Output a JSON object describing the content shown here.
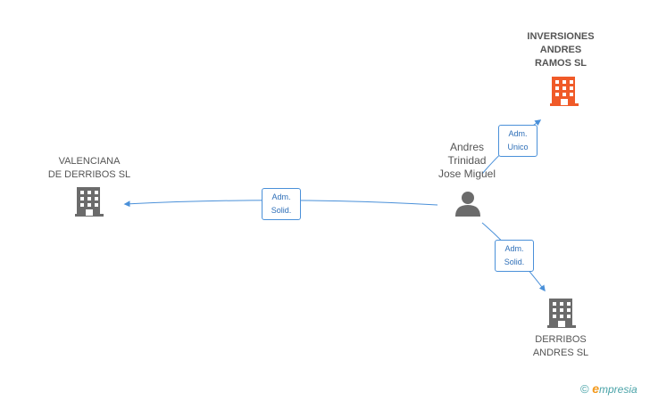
{
  "nodes": {
    "inversiones": {
      "label": "INVERSIONES\nANDRES\nRAMOS SL",
      "icon": "building-icon",
      "color": "#f05a28"
    },
    "valenciana": {
      "label": "VALENCIANA\nDE DERRIBOS SL",
      "icon": "building-icon",
      "color": "#6b6b6b"
    },
    "derribos": {
      "label": "DERRIBOS\nANDRES SL",
      "icon": "building-icon",
      "color": "#6b6b6b"
    },
    "person": {
      "label": "Andres\nTrinidad\nJose Miguel",
      "icon": "person-icon",
      "color": "#6b6b6b"
    }
  },
  "edges": {
    "to_inversiones": "Adm.\nUnico",
    "to_valenciana": "Adm.\nSolid.",
    "to_derribos": "Adm.\nSolid."
  },
  "footer": {
    "copyright": "©",
    "brand_first": "e",
    "brand_rest": "mpresia"
  },
  "colors": {
    "edge": "#4a90d9",
    "accent": "#f05a28",
    "neutral": "#6b6b6b"
  }
}
